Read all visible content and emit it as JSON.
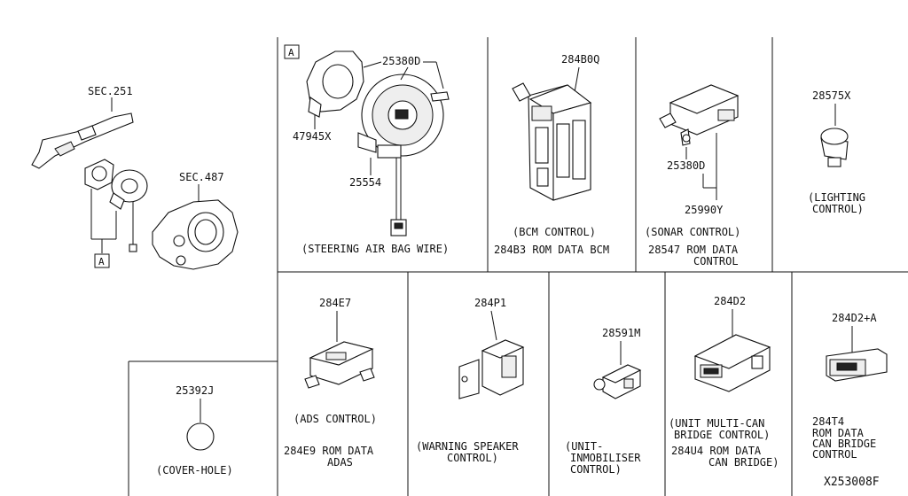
{
  "left": {
    "sec251": "SEC.251",
    "sec487": "SEC.487",
    "ref_a": "A"
  },
  "airbag": {
    "ref_a": "A",
    "p25380d": "25380D",
    "p47945x": "47945X",
    "p25554": "25554",
    "caption": "(STEERING AIR BAG WIRE)"
  },
  "bcm": {
    "part": "284B0Q",
    "caption": "(BCM CONTROL)",
    "rom": "284B3 ROM DATA BCM"
  },
  "sonar": {
    "p25380d": "25380D",
    "p25990y": "25990Y",
    "caption": "(SONAR CONTROL)",
    "rom_l1": "28547 ROM DATA",
    "rom_l2": "CONTROL"
  },
  "lighting": {
    "part": "28575X",
    "caption_l1": "(LIGHTING",
    "caption_l2": "CONTROL)"
  },
  "ads": {
    "part": "284E7",
    "caption": "(ADS CONTROL)",
    "rom_l1": "284E9 ROM DATA",
    "rom_l2": "ADAS"
  },
  "speaker": {
    "part": "284P1",
    "caption_l1": "(WARNING SPEAKER",
    "caption_l2": "CONTROL)"
  },
  "immob": {
    "part": "28591M",
    "caption_l1": "(UNIT-",
    "caption_l2": "INMOBILISER",
    "caption_l3": "CONTROL)"
  },
  "multican": {
    "part": "284D2",
    "caption_l1": "(UNIT MULTI-CAN",
    "caption_l2": "BRIDGE CONTROL)",
    "rom_l1": "284U4 ROM DATA",
    "rom_l2": "CAN BRIDGE)"
  },
  "canbridge": {
    "part": "284D2+A",
    "l1": "284T4",
    "l2": "ROM DATA",
    "l3": "CAN BRIDGE",
    "l4": "CONTROL"
  },
  "cover": {
    "part": "25392J",
    "caption": "(COVER-HOLE)"
  },
  "diagram_id": "X253008F"
}
